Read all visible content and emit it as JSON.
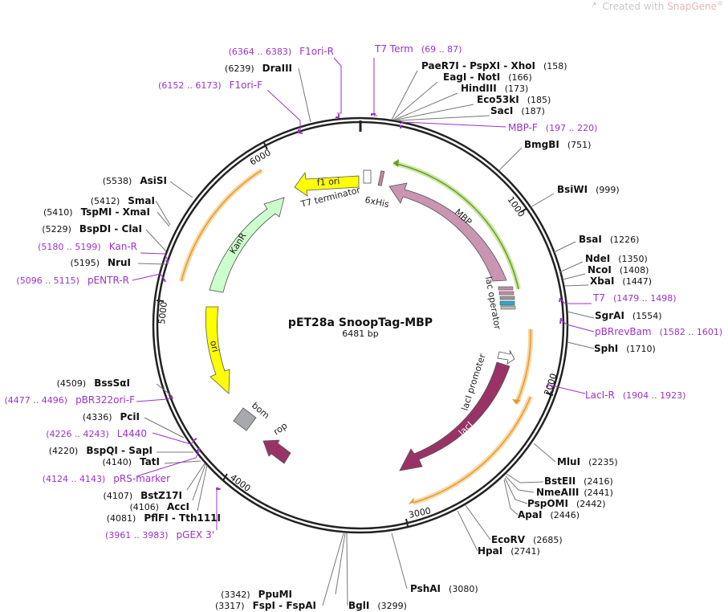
{
  "watermark": {
    "prefix": "Created with ",
    "brand": "SnapGene",
    "mark": "®"
  },
  "plasmid": {
    "name": "pET28a SnoopTag-MBP",
    "length_label": "6481 bp",
    "length": 6481
  },
  "ticks": [
    "1000",
    "2000",
    "3000",
    "4000",
    "5000",
    "6000"
  ],
  "features": [
    {
      "name": "f1 ori",
      "label": "f1 ori",
      "color": "#ffff00"
    },
    {
      "name": "T7 terminator",
      "label": "T7 terminator",
      "color": "#ffffff"
    },
    {
      "name": "6xHis",
      "label": "6xHis",
      "color": "#c08aa8"
    },
    {
      "name": "MBP",
      "label": "MBP",
      "color": "#c995b0"
    },
    {
      "name": "lac operator",
      "label": "lac operator",
      "color": "#bbbbbb"
    },
    {
      "name": "lacI promoter",
      "label": "lacI promoter",
      "color": "#ffffff"
    },
    {
      "name": "lacI",
      "label": "lacI",
      "color": "#993366"
    },
    {
      "name": "KanR",
      "label": "KanR",
      "color": "#ccffcc"
    },
    {
      "name": "ori",
      "label": "ori",
      "color": "#ffff00"
    },
    {
      "name": "bom",
      "label": "bom",
      "color": "#a6a9ad"
    },
    {
      "name": "rop",
      "label": "rop",
      "color": "#993366"
    }
  ],
  "enzymes": [
    {
      "side": "R",
      "parts": [
        "PaeR7I",
        "PspXI",
        "XhoI"
      ],
      "pos": "(158)"
    },
    {
      "side": "R",
      "parts": [
        "EagI",
        "NotI"
      ],
      "pos": "(166)"
    },
    {
      "side": "R",
      "parts": [
        "HindIII"
      ],
      "pos": "(173)"
    },
    {
      "side": "R",
      "parts": [
        "Eco53kI"
      ],
      "pos": "(185)"
    },
    {
      "side": "R",
      "parts": [
        "SacI"
      ],
      "pos": "(187)"
    },
    {
      "side": "R",
      "parts": [
        "BmgBI"
      ],
      "pos": "(751)"
    },
    {
      "side": "R",
      "parts": [
        "BsiWI"
      ],
      "pos": "(999)"
    },
    {
      "side": "R",
      "parts": [
        "BsaI"
      ],
      "pos": "(1226)"
    },
    {
      "side": "R",
      "parts": [
        "NdeI"
      ],
      "pos": "(1350)"
    },
    {
      "side": "R",
      "parts": [
        "NcoI"
      ],
      "pos": "(1408)"
    },
    {
      "side": "R",
      "parts": [
        "XbaI"
      ],
      "pos": "(1447)"
    },
    {
      "side": "R",
      "parts": [
        "SgrAI"
      ],
      "pos": "(1554)"
    },
    {
      "side": "R",
      "parts": [
        "SphI"
      ],
      "pos": "(1710)"
    },
    {
      "side": "R",
      "parts": [
        "MluI"
      ],
      "pos": "(2235)"
    },
    {
      "side": "R",
      "parts": [
        "BstEII"
      ],
      "pos": "(2416)"
    },
    {
      "side": "R",
      "parts": [
        "NmeAIII"
      ],
      "pos": "(2441)"
    },
    {
      "side": "R",
      "parts": [
        "PspOMI"
      ],
      "pos": "(2442)"
    },
    {
      "side": "R",
      "parts": [
        "ApaI"
      ],
      "pos": "(2446)"
    },
    {
      "side": "R",
      "parts": [
        "EcoRV"
      ],
      "pos": "(2685)"
    },
    {
      "side": "R",
      "parts": [
        "HpaI"
      ],
      "pos": "(2741)"
    },
    {
      "side": "R",
      "parts": [
        "PshAI"
      ],
      "pos": "(3080)"
    },
    {
      "side": "L",
      "parts": [
        "BglI"
      ],
      "pos": "(3299)"
    },
    {
      "side": "L",
      "parts": [
        "PpuMI"
      ],
      "pos": "(3342)"
    },
    {
      "side": "L",
      "parts": [
        "FspI",
        "FspAI"
      ],
      "pos": "(3317)"
    },
    {
      "side": "L",
      "parts": [
        "PflFI",
        "Tth111I"
      ],
      "pos": "(4081)"
    },
    {
      "side": "L",
      "parts": [
        "AccI"
      ],
      "pos": "(4106)"
    },
    {
      "side": "L",
      "parts": [
        "BstZ17I"
      ],
      "pos": "(4107)"
    },
    {
      "side": "L",
      "parts": [
        "TatI"
      ],
      "pos": "(4140)"
    },
    {
      "side": "L",
      "parts": [
        "BspQI",
        "SapI"
      ],
      "pos": "(4220)"
    },
    {
      "side": "L",
      "parts": [
        "PciI"
      ],
      "pos": "(4336)"
    },
    {
      "side": "L",
      "parts": [
        "BssSαI"
      ],
      "pos": "(4509)"
    },
    {
      "side": "L",
      "parts": [
        "NruI"
      ],
      "pos": "(5195)"
    },
    {
      "side": "L",
      "parts": [
        "BspDI",
        "ClaI"
      ],
      "pos": "(5229)"
    },
    {
      "side": "L",
      "parts": [
        "TspMI",
        "XmaI"
      ],
      "pos": "(5410)"
    },
    {
      "side": "L",
      "parts": [
        "SmaI"
      ],
      "pos": "(5412)"
    },
    {
      "side": "L",
      "parts": [
        "AsiSI"
      ],
      "pos": "(5538)"
    },
    {
      "side": "L",
      "parts": [
        "DraIII"
      ],
      "pos": "(6239)"
    }
  ],
  "primers": [
    {
      "name": "T7 Term",
      "range": "(69 .. 87)"
    },
    {
      "name": "F1ori-R",
      "range": "(6364 .. 6383)"
    },
    {
      "name": "F1ori-F",
      "range": "(6152 .. 6173)"
    },
    {
      "name": "MBP-F",
      "range": "(197 .. 220)"
    },
    {
      "name": "T7",
      "range": "(1479 .. 1498)"
    },
    {
      "name": "pBRrevBam",
      "range": "(1582 .. 1601)"
    },
    {
      "name": "LacI-R",
      "range": "(1904 .. 1923)"
    },
    {
      "name": "Kan-R",
      "range": "(5180 .. 5199)"
    },
    {
      "name": "pENTR-R",
      "range": "(5096 .. 5115)"
    },
    {
      "name": "pBR322ori-F",
      "range": "(4477 .. 4496)"
    },
    {
      "name": "L4440",
      "range": "(4226 .. 4243)"
    },
    {
      "name": "pRS-marker",
      "range": "(4124 .. 4143)"
    },
    {
      "name": "pGEX 3'",
      "range": "(3961 .. 3983)"
    }
  ],
  "colors": {
    "backbone": "#222222",
    "primer": "#9a33cc",
    "orange_arc": "#e69a2e",
    "green_arc": "#6a9e1f"
  }
}
